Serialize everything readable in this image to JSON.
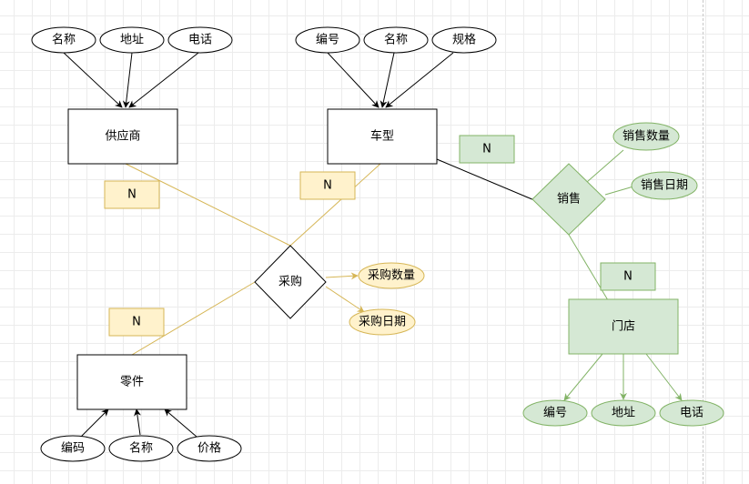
{
  "supplier": {
    "entity": "供应商",
    "attrs": [
      "名称",
      "地址",
      "电话"
    ]
  },
  "car_model": {
    "entity": "车型",
    "attrs": [
      "编号",
      "名称",
      "规格"
    ]
  },
  "part": {
    "entity": "零件",
    "attrs": [
      "编码",
      "名称",
      "价格"
    ]
  },
  "store": {
    "entity": "门店",
    "attrs": [
      "编号",
      "地址",
      "电话"
    ]
  },
  "purchase": {
    "relationship": "采购",
    "attrs": [
      "采购数量",
      "采购日期"
    ]
  },
  "sales": {
    "relationship": "销售",
    "attrs": [
      "销售数量",
      "销售日期"
    ]
  },
  "cardinality": {
    "supplier_purchase": "N",
    "car_purchase": "N",
    "part_purchase": "N",
    "car_sales": "N",
    "store_sales": "N"
  },
  "colors": {
    "default_stroke": "#000000",
    "purchase_stroke": "#d6b656",
    "purchase_fill": "#fff2cc",
    "sales_stroke": "#82b366",
    "sales_fill": "#d5e8d4"
  }
}
